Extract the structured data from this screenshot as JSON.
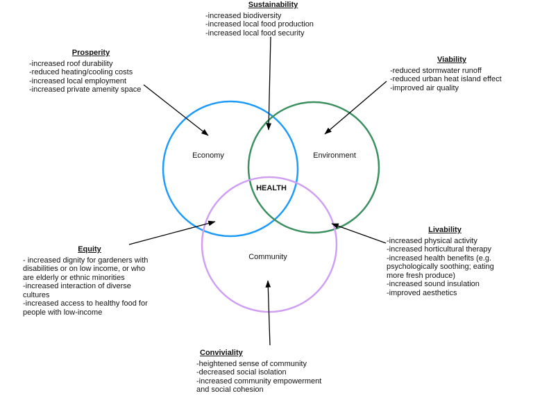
{
  "diagram": {
    "center_label": "HEALTH",
    "circle_labels": {
      "economy": "Economy",
      "environment": "Environment",
      "community": "Community"
    },
    "colors": {
      "economy_circle": "#1e9bfa",
      "environment_circle": "#3c8f5e",
      "community_circle": "#cfa0f2",
      "arrow": "#000000"
    }
  },
  "annotations": {
    "sustainability": {
      "title": "Sustainability",
      "lines": [
        "-increased biodiversity",
        "-increased local food production",
        "-increased local food security"
      ]
    },
    "prosperity": {
      "title": "Prosperity",
      "lines": [
        "-increased roof durability",
        "-reduced heating/cooling costs",
        "-increased local employment",
        "-increased private amenity space"
      ]
    },
    "viability": {
      "title": "Viability",
      "lines": [
        "-reduced stormwater runoff",
        "-reduced urban heat island effect",
        "-improved air quality"
      ]
    },
    "equity": {
      "title": "Equity",
      "lines": [
        "- increased dignity for gardeners with disabilities or on low income, or who are elderly or ethnic minorities",
        "-increased interaction of diverse cultures",
        "-increased access to healthy food for people with low-income"
      ]
    },
    "livability": {
      "title": "Livability",
      "lines": [
        "-increased physical activity",
        "-increased horticultural therapy",
        "-increased health benefits (e.g. psychologically soothing; eating more fresh produce)",
        "-increased sound insulation",
        "-improved aesthetics"
      ]
    },
    "conviviality": {
      "title": "Conviviality",
      "lines": [
        "-heightened sense of community",
        "-decreased social isolation",
        "-increased community empowerment and social cohesion"
      ]
    }
  }
}
